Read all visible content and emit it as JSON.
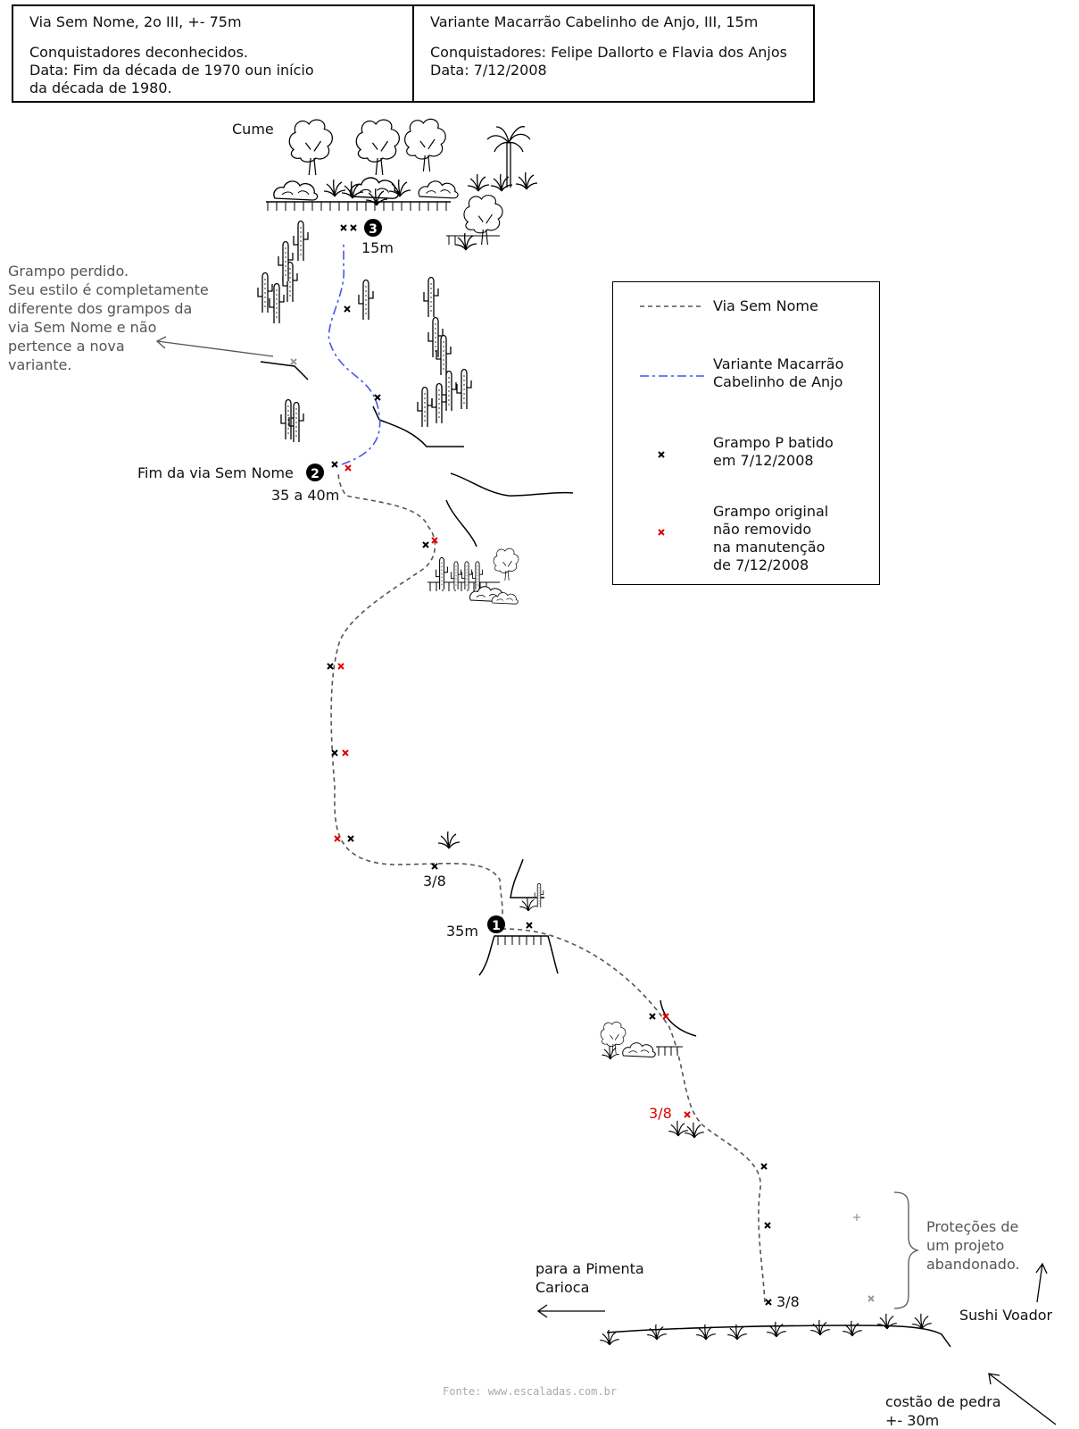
{
  "header": {
    "left": {
      "title": "Via Sem Nome, 2o III, +- 75m",
      "authors": "Conquistadores deconhecidos.",
      "date_line1": "Data: Fim da década de 1970 oun início",
      "date_line2": "da década de 1980."
    },
    "right": {
      "title": "Variante Macarrão Cabelinho de Anjo, III, 15m",
      "authors": "Conquistadores: Felipe Dallorto e Flavia dos Anjos",
      "date": "Data: 7/12/2008"
    }
  },
  "legend": {
    "items": [
      {
        "label": "Via Sem Nome",
        "symbol": "gray-dashed-line"
      },
      {
        "label": "Variante Macarrão\nCabelinho de Anjo",
        "symbol": "blue-dash-dot-line"
      },
      {
        "label": "Grampo P batido\nem 7/12/2008",
        "symbol": "black-x"
      },
      {
        "label": "Grampo original\nnão removido\nna manutenção\nde 7/12/2008",
        "symbol": "red-x"
      }
    ]
  },
  "labels": {
    "summit": "Cume",
    "belay3_length": "15m",
    "lost_bolt_note": [
      "Grampo perdido.",
      "Seu estilo é completamente",
      "diferente dos grampos da",
      "via Sem Nome e não",
      "pertence a nova",
      "variante."
    ],
    "end_of_route": "Fim da via Sem Nome",
    "belay2_length": "35 a 40m",
    "bolt_size_1": "3/8",
    "belay1_length": "35m",
    "bolt_size_red": "3/8",
    "bolt_size_bottom": "3/8",
    "abandoned_note": [
      "Proteções de",
      "um projeto",
      "abandonado."
    ],
    "to_pimenta": [
      "para a Pimenta",
      "Carioca"
    ],
    "sushi": "Sushi Voador",
    "rock_coast": [
      "costão de pedra",
      "+- 30m"
    ],
    "source": "Fonte: www.escaladas.com.br"
  },
  "belays": [
    {
      "number": "3"
    },
    {
      "number": "2"
    },
    {
      "number": "1"
    }
  ],
  "colors": {
    "route_main": "#555555",
    "route_variant": "#4a55e8",
    "bolt_new": "#000000",
    "bolt_original": "#e00000",
    "bolt_other": "#999999"
  },
  "icons": [
    "tree-icon",
    "palm-icon",
    "bush-icon",
    "grass-icon",
    "cactus-icon",
    "belay-station-icon",
    "arrow-icon"
  ]
}
